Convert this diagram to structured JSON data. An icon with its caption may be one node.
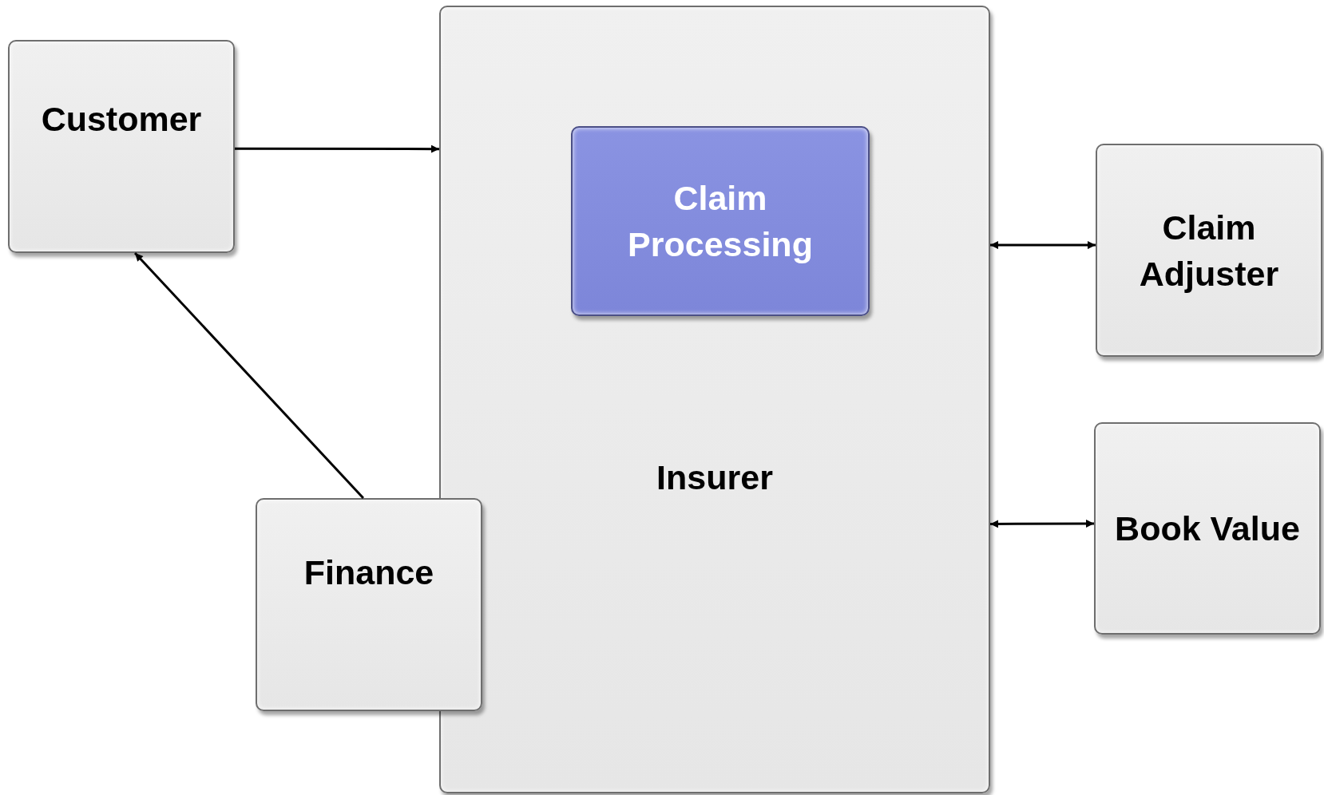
{
  "diagram": {
    "nodes": [
      {
        "text": [
          "Customer"
        ]
      },
      {
        "text": [
          "Insurer"
        ]
      },
      {
        "text": [
          "Claim Processing"
        ],
        "in": 1
      },
      {
        "text": [
          "Claim Adjuster"
        ]
      },
      {
        "text": [
          "Book Value"
        ]
      },
      {
        "text": [
          "Finance"
        ]
      }
    ],
    "edges": [
      {
        "from": 0,
        "to": 1,
        "arrow": "to"
      },
      {
        "from": 5,
        "to": 0,
        "arrow": "to"
      },
      {
        "from": 1,
        "to": 3,
        "arrow": "both"
      },
      {
        "from": 1,
        "to": 4,
        "arrow": "both"
      }
    ]
  }
}
